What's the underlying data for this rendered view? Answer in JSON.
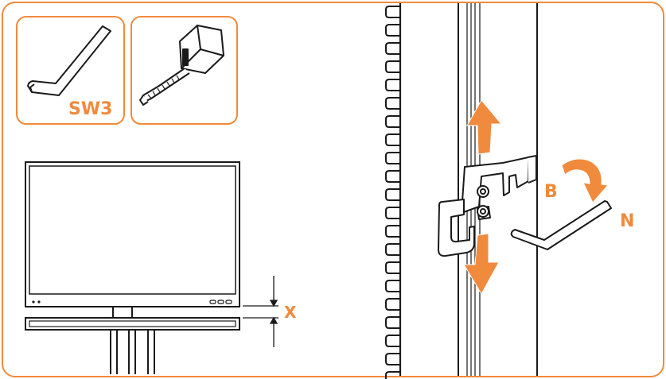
{
  "colors": {
    "accent": "#f08a3c",
    "line": "#1a1a1a",
    "panel_fill": "#ffffff"
  },
  "tools": [
    {
      "icon": "hex-key-icon",
      "label": "SW3"
    },
    {
      "icon": "tape-measure-icon",
      "label": ""
    }
  ],
  "monitor": {
    "gap_label": "X"
  },
  "bracket": {
    "rotate_label": "B",
    "key_label": "N",
    "arrows": [
      "up-arrow-icon",
      "down-arrow-icon",
      "rotate-arrow-icon"
    ]
  }
}
